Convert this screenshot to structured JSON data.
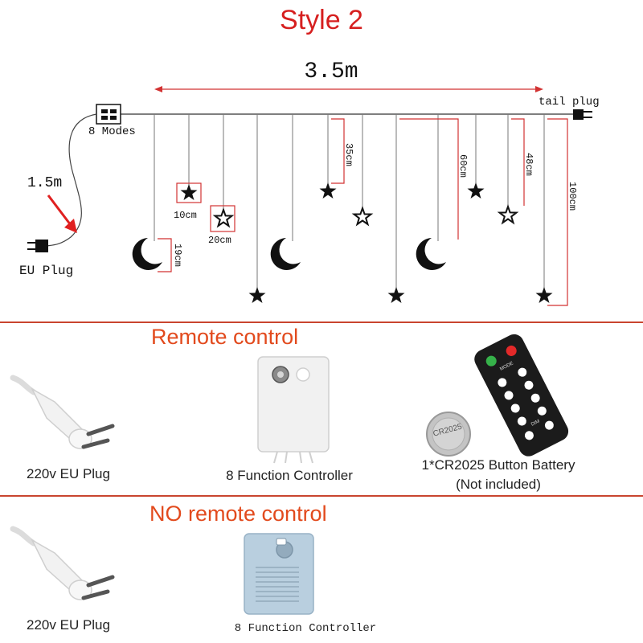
{
  "title": "Style 2",
  "diagram": {
    "total_length": "3.5m",
    "tail_label": "tail plug",
    "modes_label": "8 Modes",
    "lead_length": "1.5m",
    "plug_label": "EU Plug",
    "dims": {
      "star_10": "10cm",
      "star_20": "20cm",
      "moon_19": "19cm",
      "star_35": "35cm",
      "moon_60": "60cm",
      "star_48": "48cm",
      "star_100": "100cm"
    }
  },
  "remote_section": {
    "title": "Remote control",
    "plug_caption": "220v EU Plug",
    "controller_caption": "8 Function Controller",
    "battery_caption_1": "1*CR2025 Button Battery",
    "battery_caption_2": "(Not included)",
    "battery_label": "CR2025",
    "remote_mode_label": "MODE",
    "remote_dim_label": "DIM"
  },
  "no_remote_section": {
    "title": "NO remote control",
    "plug_caption": "220v EU Plug",
    "controller_caption": "8 Function Controller"
  },
  "colors": {
    "title": "#d61f1f",
    "section_title": "#e24a1d",
    "divider": "#c9452f",
    "dimension": "#d23232"
  }
}
